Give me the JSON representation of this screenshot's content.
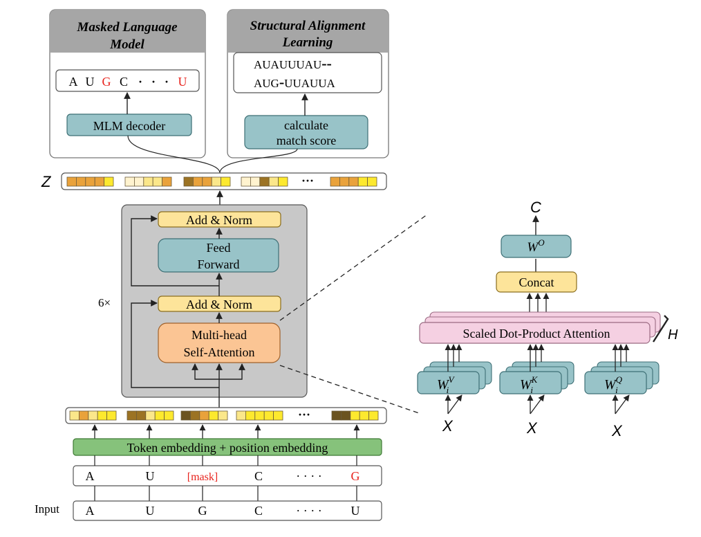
{
  "mlm_panel": {
    "title_line1": "Masked Language",
    "title_line2": "Model",
    "sequence": [
      {
        "text": "A",
        "color": "#000000"
      },
      {
        "text": "U",
        "color": "#000000"
      },
      {
        "text": "G",
        "color": "#e8221c"
      },
      {
        "text": "C",
        "color": "#000000"
      },
      {
        "text": "·",
        "color": "#000000"
      },
      {
        "text": "·",
        "color": "#000000"
      },
      {
        "text": "·",
        "color": "#000000"
      },
      {
        "text": "U",
        "color": "#e8221c"
      }
    ],
    "decoder_label": "MLM decoder"
  },
  "sal_panel": {
    "title_line1": "Structural Alignment",
    "title_line2": "Learning",
    "alignment_line1": "AUAUUUAU",
    "alignment_line1_gap": "--",
    "alignment_line2_a": "AUG",
    "alignment_line2_gap": "-",
    "alignment_line2_b": "UUAUUA",
    "match_label_line1": "calculate",
    "match_label_line2": "match score"
  },
  "z_label": "Z",
  "ellipsis": "···",
  "encoder": {
    "repeat_label": "6×",
    "add_norm_top": "Add & Norm",
    "feed_forward_line1": "Feed",
    "feed_forward_line2": "Forward",
    "add_norm_bottom": "Add & Norm",
    "mhsa_line1": "Multi-head",
    "mhsa_line2": "Self-Attention"
  },
  "embedding_label": "Token embedding + position embedding",
  "masked_tokens": [
    {
      "text": "A",
      "color": "#000000"
    },
    {
      "text": "U",
      "color": "#000000"
    },
    {
      "text": "[mask]",
      "color": "#e8221c"
    },
    {
      "text": "C",
      "color": "#000000"
    },
    {
      "text": "· · · ·",
      "color": "#000000"
    },
    {
      "text": "G",
      "color": "#e8221c"
    }
  ],
  "input_label": "Input",
  "input_tokens": [
    "A",
    "U",
    "G",
    "C",
    "· · · ·",
    "U"
  ],
  "attention_detail": {
    "output_label": "C",
    "wo_label": "W",
    "wo_sup": "O",
    "concat_label": "Concat",
    "sdpa_label": "Scaled Dot-Product Attention",
    "heads_label": "H",
    "wv_sub": "i",
    "wv_sup": "V",
    "wk_sub": "i",
    "wk_sup": "K",
    "wq_sub": "i",
    "wq_sup": "Q",
    "w_letter": "W",
    "x_label": "X"
  },
  "colors": {
    "teal": "#98c3c8",
    "yellow": "#fde49a",
    "orange": "#fbc594",
    "green": "#86c27b",
    "pink": "#f5d0e2",
    "encoder_bg": "#c8c8c8",
    "panel_header": "#a6a6a6",
    "red": "#e8221c"
  }
}
